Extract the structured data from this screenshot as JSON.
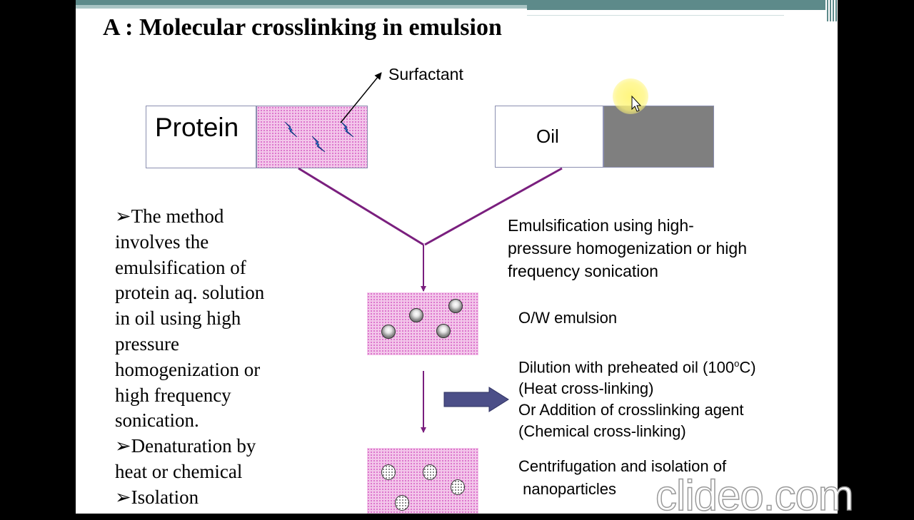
{
  "title": "A : Molecular crosslinking in emulsion",
  "diagram": {
    "surfactant_label": "Surfactant",
    "protein_label": "Protein",
    "oil_label": "Oil",
    "emulsification_lines": [
      "Emulsification using high-",
      "pressure homogenization or high",
      "frequency sonication"
    ],
    "ow_emulsion": "O/W emulsion",
    "dilution_line1": "Dilution with preheated oil (100",
    "dilution_sup": "o",
    "dilution_unit": "C)",
    "heat_crosslinking": "(Heat cross-linking)",
    "addition_line": "Or Addition of crosslinking agent",
    "chemical_crosslinking": "(Chemical cross-linking)",
    "centrifugation_lines": [
      "Centrifugation and isolation of",
      " nanoparticles"
    ],
    "colors": {
      "arrow": "#7a1f7e",
      "pink_fill": "#f3c6ea",
      "oil_fill": "#7f7f7f",
      "block_arrow": "#4c4f88",
      "lightning": "#2f7fd8"
    }
  },
  "bullets": [
    {
      "marker": "➢",
      "lines": [
        "The method",
        "involves the",
        "emulsification of",
        "protein aq. solution",
        "in oil using high",
        "pressure",
        "homogenization or",
        "high frequency",
        "sonication."
      ]
    },
    {
      "marker": "➢",
      "lines": [
        "Denaturation by",
        "heat or chemical"
      ]
    },
    {
      "marker": "➢",
      "lines": [
        "Isolation"
      ]
    }
  ],
  "watermark": "clideo.com"
}
